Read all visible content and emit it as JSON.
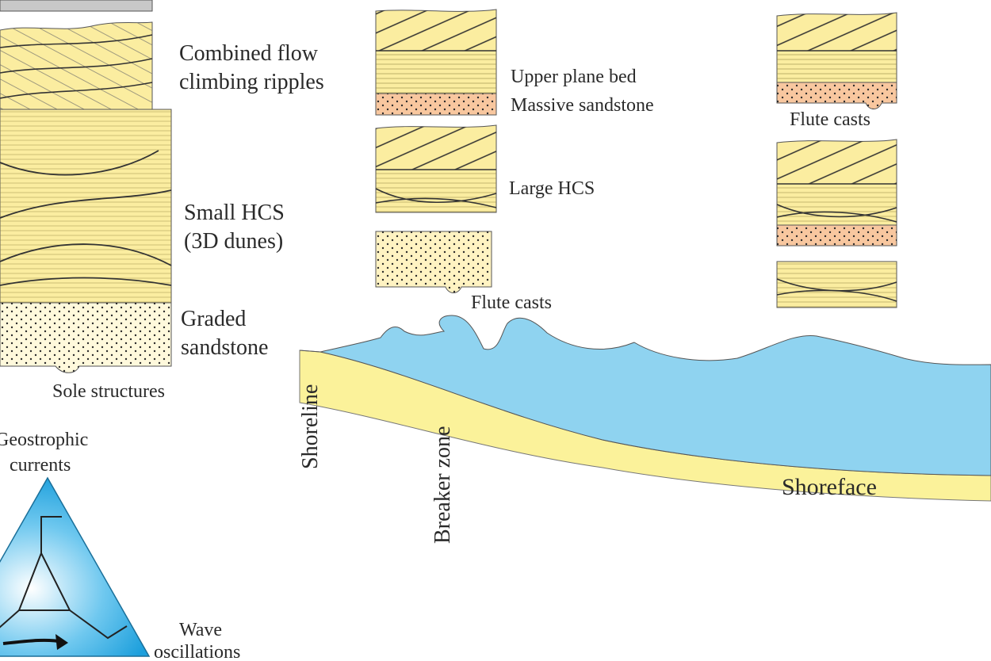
{
  "left_column": {
    "climbing_label_1": "Combined flow",
    "climbing_label_2": "climbing ripples",
    "hcs_label_1": "Small HCS",
    "hcs_label_2": "(3D dunes)",
    "graded_label_1": "Graded",
    "graded_label_2": "sandstone",
    "sole_label": "Sole structures"
  },
  "middle_column": {
    "upper_plane_bed": "Upper plane bed",
    "massive_sandstone": "Massive sandstone",
    "large_hcs": "Large HCS",
    "flute_casts": "Flute casts"
  },
  "right_column": {
    "flute_casts": "Flute casts"
  },
  "profile": {
    "shoreline": "Shoreline",
    "breaker_zone": "Breaker zone",
    "shoreface": "Shoreface"
  },
  "triangle": {
    "top_label_1": "Geostrophic",
    "top_label_2": "currents",
    "right_label_1": "Wave",
    "right_label_2": "oscillations"
  },
  "colors": {
    "sand": "#fbeda0",
    "sand_dark": "#f5e386",
    "massive": "#f8c79f",
    "water": "#8fd3f0",
    "triangle": "#20a5e0",
    "mud": "#c6c6c6"
  }
}
